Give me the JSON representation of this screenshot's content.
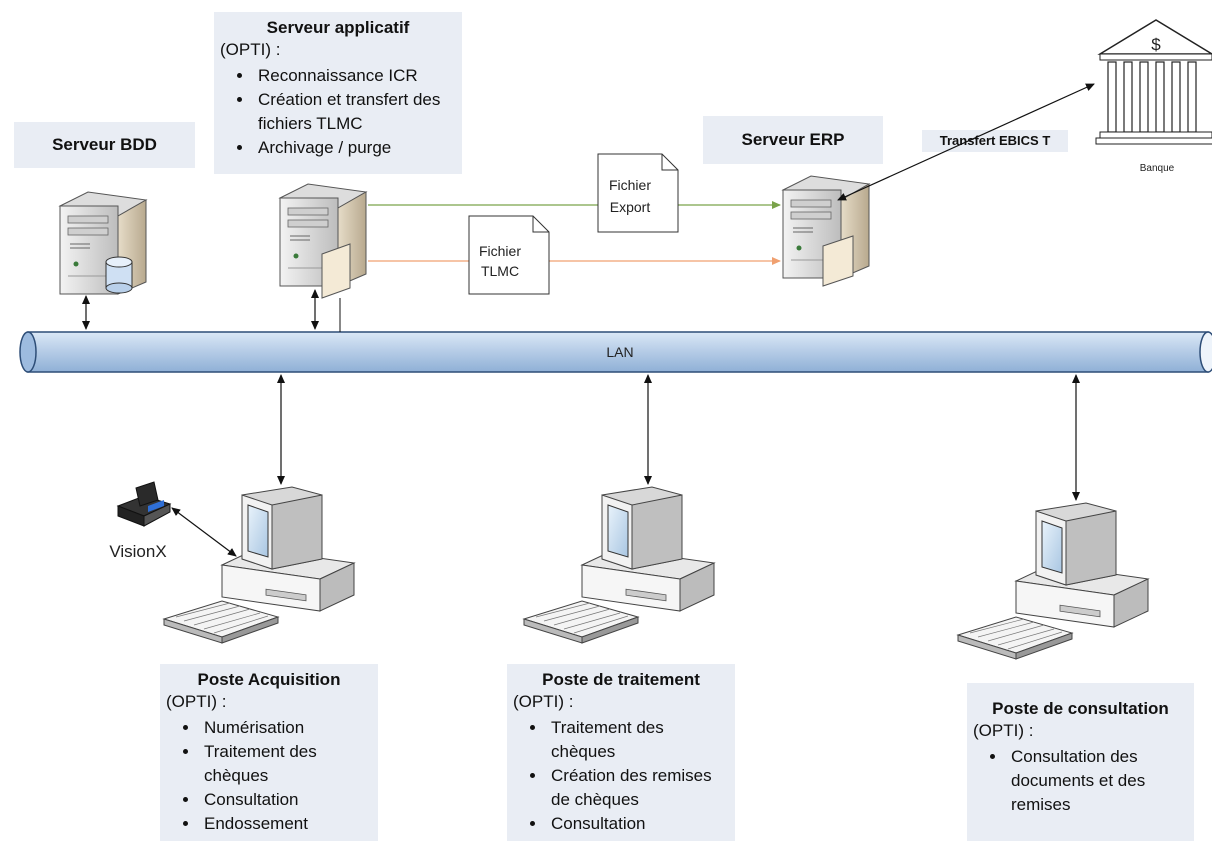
{
  "servers": {
    "bdd": {
      "title": "Serveur BDD"
    },
    "app": {
      "title": "Serveur applicatif",
      "sub": "(OPTI) :",
      "items": [
        "Reconnaissance ICR",
        "Création et transfert des fichiers TLMC",
        "Archivage / purge"
      ]
    },
    "erp": {
      "title": "Serveur ERP"
    }
  },
  "bank": {
    "label": "Banque",
    "symbol": "$"
  },
  "transfer": {
    "label": "Transfert EBICS T"
  },
  "files": {
    "export": {
      "line1": "Fichier",
      "line2": "Export"
    },
    "tlmc": {
      "line1": "Fichier",
      "line2": "TLMC"
    }
  },
  "network": {
    "label": "LAN"
  },
  "scanner": {
    "label": "VisionX"
  },
  "stations": {
    "acquisition": {
      "title": "Poste Acquisition",
      "sub": "(OPTI) :",
      "items": [
        "Numérisation",
        "Traitement des chèques",
        "Consultation",
        "Endossement"
      ]
    },
    "traitement": {
      "title": "Poste de traitement",
      "sub": "(OPTI) :",
      "items": [
        "Traitement des chèques",
        "Création des remises de chèques",
        "Consultation"
      ]
    },
    "consultation": {
      "title": "Poste de consultation",
      "sub": "(OPTI) :",
      "items": [
        "Consultation des documents et des remises"
      ]
    }
  },
  "colors": {
    "lan_fill": "#bcd2ea",
    "lan_stroke": "#2d4d77",
    "export_line": "#7aa34a",
    "tlmc_line": "#f0a070",
    "box_bg": "#e9edf4"
  }
}
